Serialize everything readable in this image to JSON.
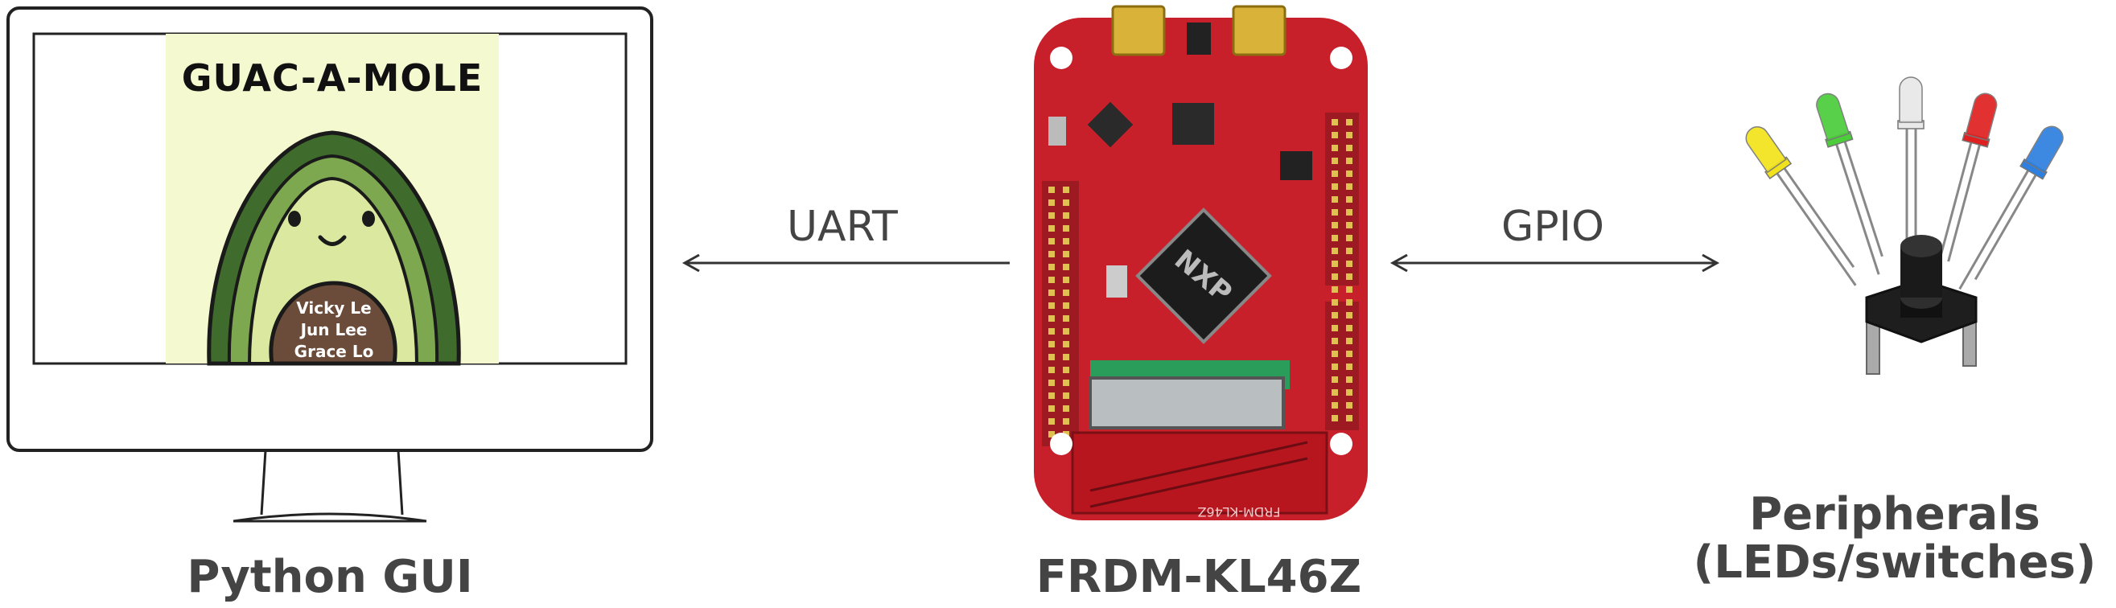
{
  "nodes": {
    "gui": {
      "caption": "Python GUI",
      "game_title": "GUAC-A-MOLE",
      "credits": [
        "Vicky Le",
        "Jun Lee",
        "Grace Lo"
      ]
    },
    "board": {
      "caption": "FRDM-KL46Z",
      "chip_logo": "NXP",
      "silkscreen": "FRDM-KL46Z"
    },
    "peripherals": {
      "caption_line1": "Peripherals",
      "caption_line2": "(LEDs/switches)"
    }
  },
  "links": {
    "uart": {
      "label": "UART",
      "direction": "board-to-gui"
    },
    "gpio": {
      "label": "GPIO",
      "direction": "bidirectional"
    }
  },
  "colors": {
    "text": "#444444",
    "board_red": "#c8202a",
    "screen_bg": "#f5f9cf",
    "avocado_outer": "#3f6b2c",
    "avocado_mid": "#7da84f",
    "avocado_inner": "#dbe8a0",
    "pit": "#6b4c3b"
  }
}
